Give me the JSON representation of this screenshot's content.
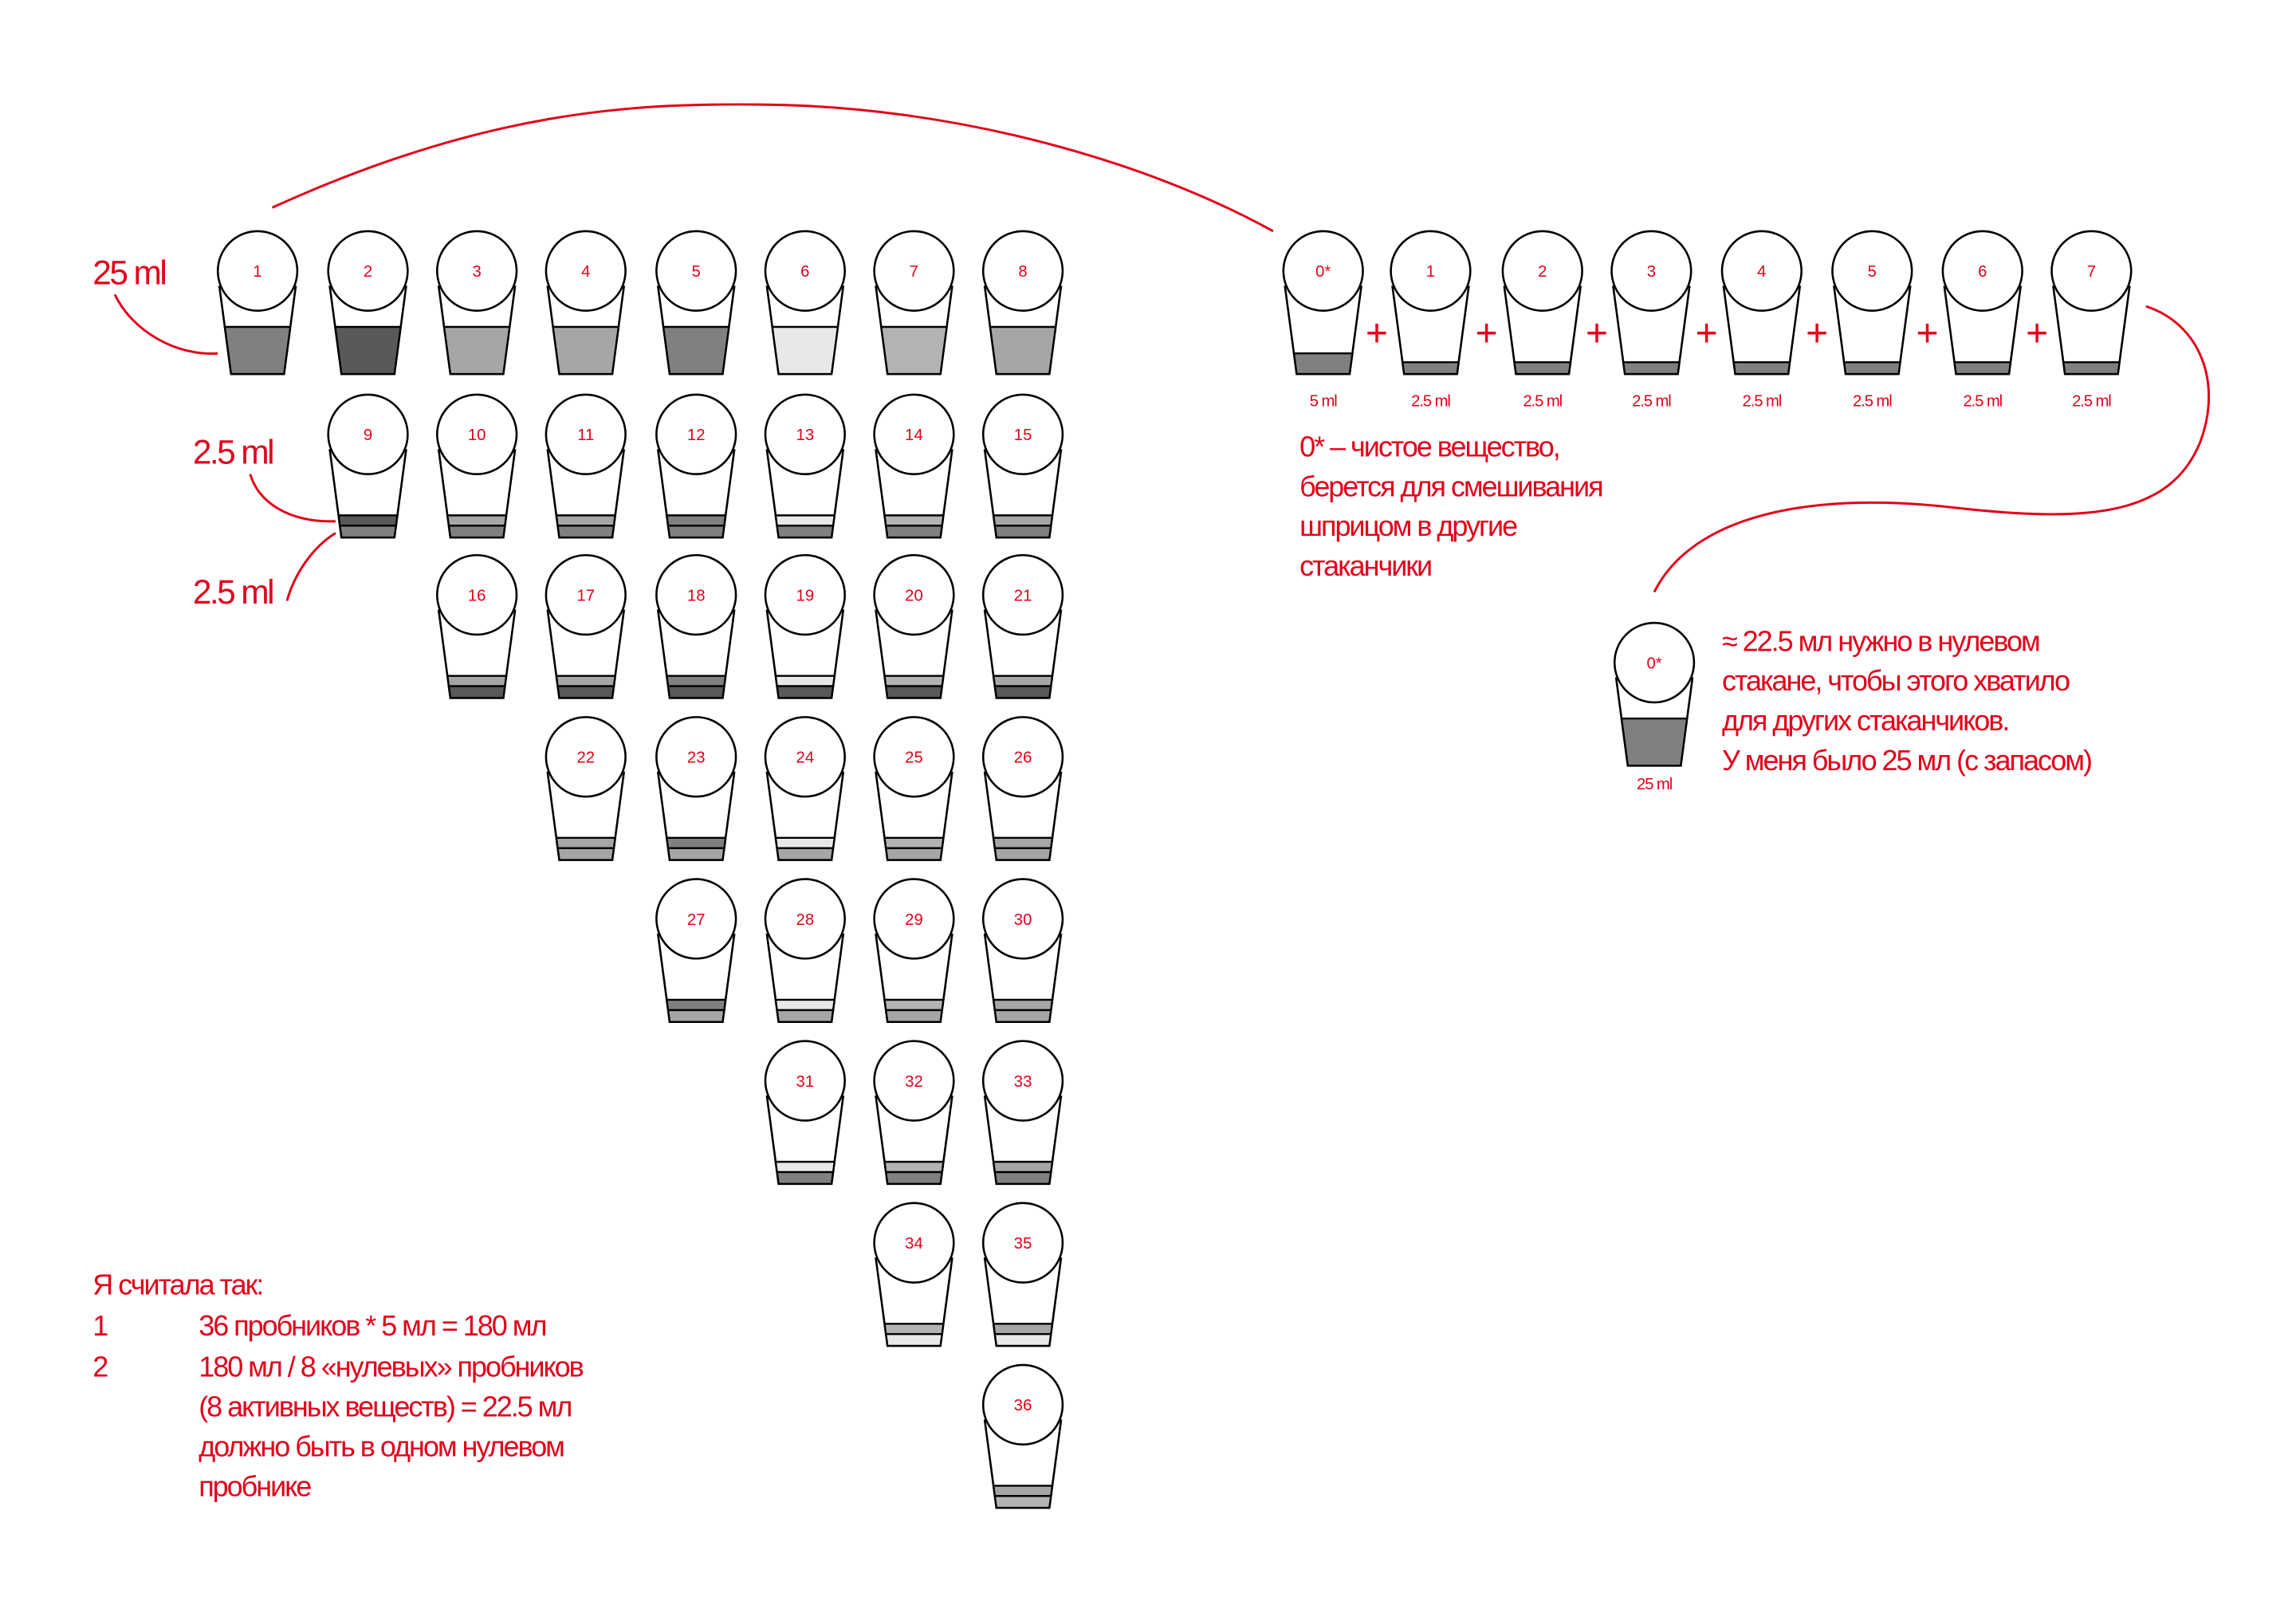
{
  "colors": {
    "accent": "#e2001a",
    "substances": [
      "#808080",
      "#595959",
      "#a6a6a6",
      "#a6a6a6",
      "#808080",
      "#e8e8e8",
      "#b3b3b3",
      "#a6a6a6"
    ]
  },
  "base_cups": {
    "volume_label": "25 ml",
    "labels": [
      "1",
      "2",
      "3",
      "4",
      "5",
      "6",
      "7",
      "8"
    ]
  },
  "mix_cups": {
    "labels_band_top": "2.5 ml",
    "labels_band_bottom": "2.5 ml",
    "count": 36
  },
  "zero_row": {
    "cups": [
      {
        "label": "0*",
        "volume": "5 ml"
      },
      {
        "label": "1",
        "volume": "2.5 ml"
      },
      {
        "label": "2",
        "volume": "2.5 ml"
      },
      {
        "label": "3",
        "volume": "2.5 ml"
      },
      {
        "label": "4",
        "volume": "2.5 ml"
      },
      {
        "label": "5",
        "volume": "2.5 ml"
      },
      {
        "label": "6",
        "volume": "2.5 ml"
      },
      {
        "label": "7",
        "volume": "2.5 ml"
      }
    ],
    "plus": "+",
    "note": [
      "0* – чистое вещество,",
      "берется для смешивания",
      "шприцом в другие",
      "стаканчики"
    ]
  },
  "zero_cup": {
    "label": "0*",
    "volume": "25 ml",
    "note": [
      "≈ 22.5 мл нужно в нулевом",
      "стакане, чтобы этого хватило",
      "для других стаканчиков.",
      "У меня было 25 мл (с запасом)"
    ]
  },
  "calc": {
    "title": "Я считала так:",
    "steps": [
      {
        "n": "1",
        "lines": [
          "36 пробников * 5 мл = 180 мл"
        ]
      },
      {
        "n": "2",
        "lines": [
          "180 мл / 8 «нулевых» пробников",
          "(8 активных веществ) = 22.5 мл",
          "должно быть в одном нулевом",
          "пробнике"
        ]
      }
    ]
  }
}
